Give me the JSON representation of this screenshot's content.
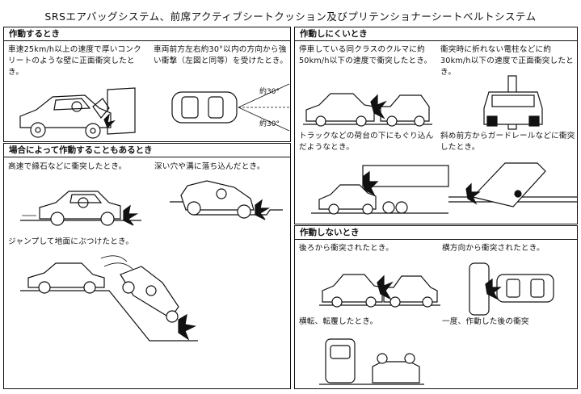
{
  "title": "SRSエアバッグシステム、前席アクティブシートクッション及びプリテンショナーシートベルトシステム",
  "sections": {
    "activates": {
      "heading": "作動するとき",
      "items": [
        "車速25km/h以上の速度で厚いコンクリートのような壁に正面衝突したとき。",
        "車両前方左右約30°以内の方向から強い衝撃（左図と同等）を受けたとき。"
      ],
      "angle_label": "約30°"
    },
    "sometimes": {
      "heading": "場合によって作動することもあるとき",
      "items": [
        "高速で縁石などに衝突したとき。",
        "深い穴や溝に落ち込んだとき。",
        "ジャンプして地面にぶつけたとき。"
      ]
    },
    "hardly": {
      "heading": "作動しにくいとき",
      "items": [
        "停車している同クラスのクルマに約50km/h以下の速度で衝突したとき。",
        "衝突時に折れない電柱などに約30km/h以下の速度で正面衝突したとき。",
        "トラックなどの荷台の下にもぐり込んだようなとき。",
        "斜め前方からガードレールなどに衝突したとき。"
      ]
    },
    "not": {
      "heading": "作動しないとき",
      "items": [
        "後ろから衝突されたとき。",
        "横方向から衝突されたとき。",
        "横転、転覆したとき。",
        "一度、作動した後の衝突"
      ]
    }
  }
}
